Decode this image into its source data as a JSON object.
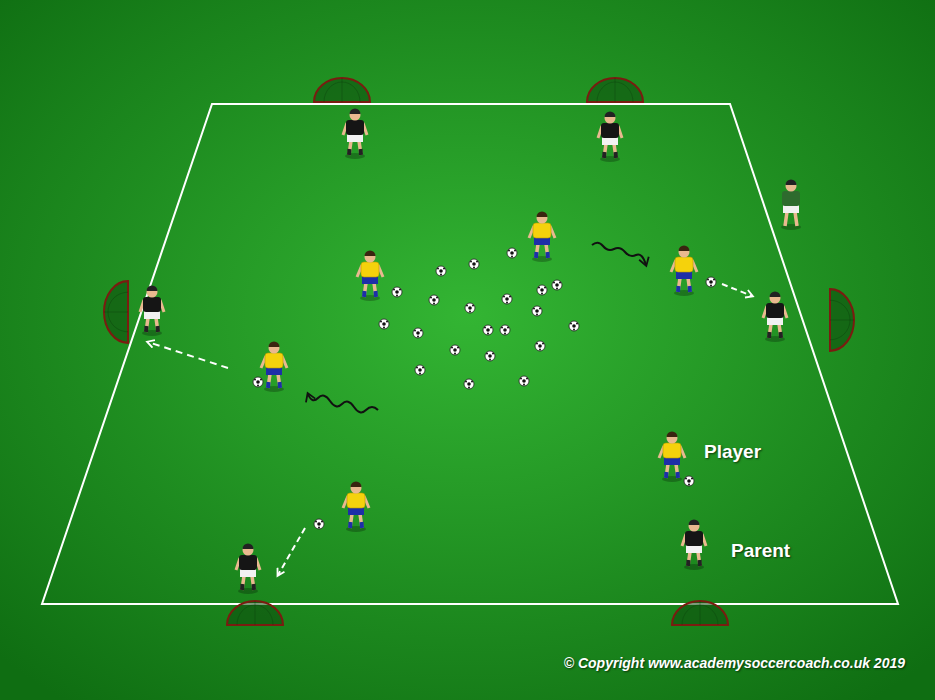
{
  "diagram": {
    "labels": [
      "Player",
      "Parent",
      "© Copyright www.academysoccercoach.co.uk 2019"
    ]
  }
}
